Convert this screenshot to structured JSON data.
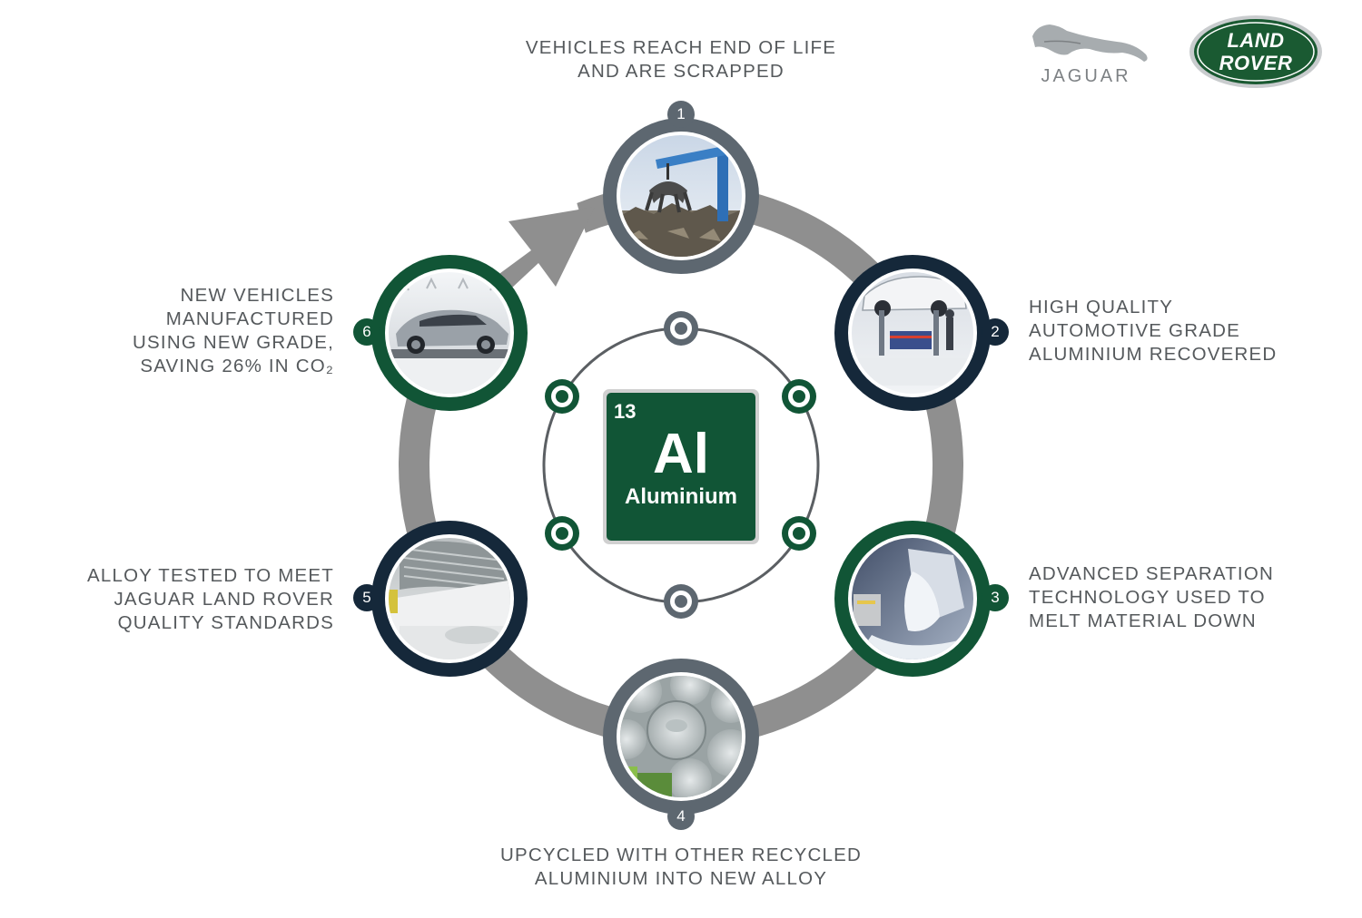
{
  "brand": {
    "jaguar_wordmark": "JAGUAR",
    "land_rover_line1": "LAND",
    "land_rover_line2": "ROVER"
  },
  "element": {
    "number": "13",
    "symbol": "Al",
    "name": "Aluminium"
  },
  "colors": {
    "green": "#115536",
    "navy": "#15283a",
    "slate": "#5d6770",
    "arrow_gray": "#8f8f8f",
    "text_gray": "#55595c"
  },
  "steps": [
    {
      "number": "1",
      "lines": [
        "VEHICLES REACH END OF LIFE",
        "AND ARE SCRAPPED"
      ],
      "photo": "scrap-crane-photo"
    },
    {
      "number": "2",
      "lines": [
        "HIGH QUALITY",
        "AUTOMOTIVE GRADE",
        "ALUMINIUM RECOVERED"
      ],
      "photo": "vehicle-dismantling-photo"
    },
    {
      "number": "3",
      "lines": [
        "ADVANCED SEPARATION",
        "TECHNOLOGY USED TO",
        "MELT MATERIAL DOWN"
      ],
      "photo": "molten-metal-photo"
    },
    {
      "number": "4",
      "lines": [
        "UPCYCLED WITH OTHER RECYCLED",
        "ALUMINIUM INTO NEW ALLOY"
      ],
      "photo": "aluminium-cans-photo"
    },
    {
      "number": "5",
      "lines": [
        "ALLOY TESTED TO MEET",
        "JAGUAR LAND ROVER",
        "QUALITY STANDARDS"
      ],
      "photo": "aluminium-coil-photo"
    },
    {
      "number": "6",
      "lines": [
        "NEW VEHICLES",
        "MANUFACTURED",
        "USING NEW GRADE,",
        "SAVING 26% IN CO₂"
      ],
      "photo": "new-vehicle-photo"
    }
  ]
}
